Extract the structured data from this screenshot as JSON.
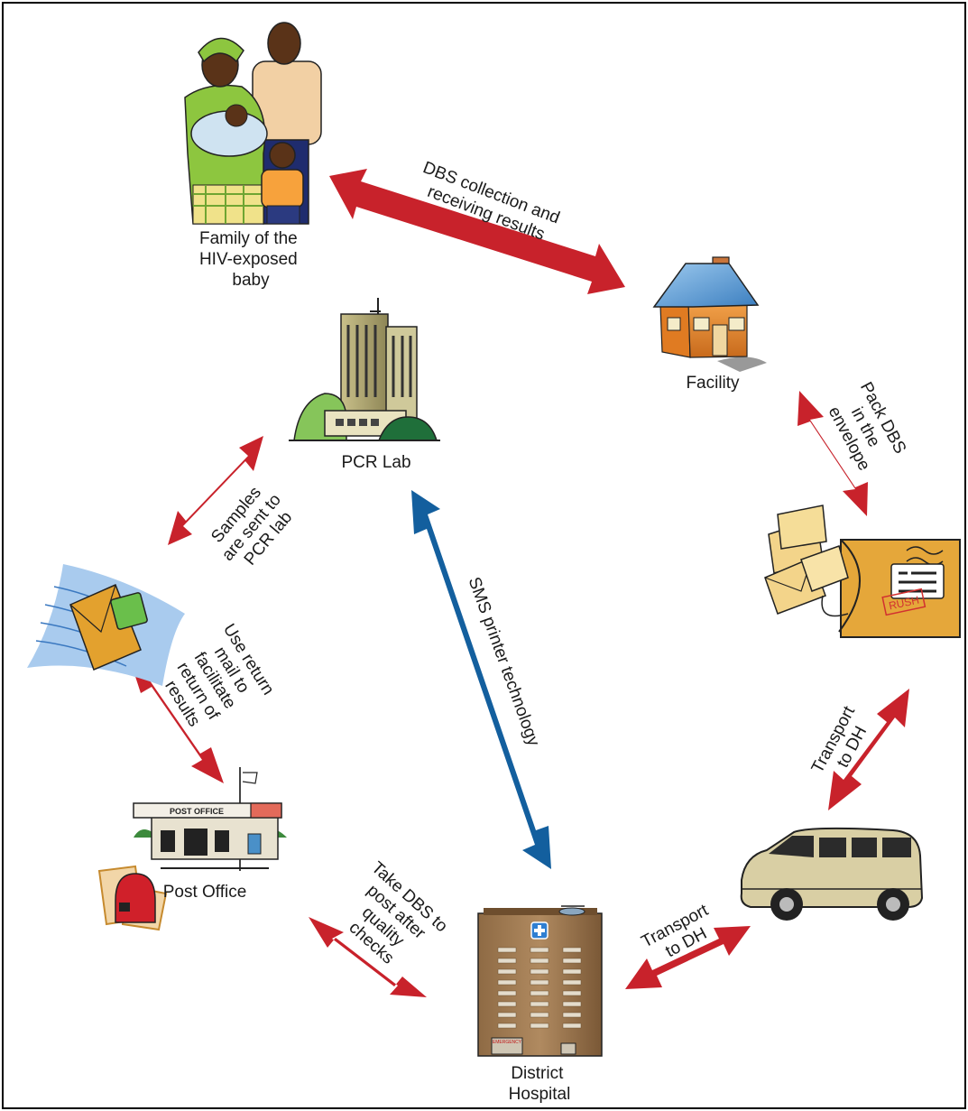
{
  "nodes": {
    "family": {
      "label_lines": [
        "Family of the",
        "HIV-exposed",
        "baby"
      ]
    },
    "facility": {
      "label_lines": [
        "Facility"
      ]
    },
    "pcr_lab": {
      "label_lines": [
        "PCR Lab"
      ]
    },
    "post_office": {
      "label_lines": [
        "Post Office"
      ],
      "sign_text": "POST OFFICE"
    },
    "district_hospital": {
      "label_lines": [
        "District",
        "Hospital"
      ],
      "sign_text": "EMERGENCY"
    },
    "envelopes": {
      "stamp_text": "RUSH"
    }
  },
  "edges": {
    "family_facility": {
      "label_lines": [
        "DBS collection and",
        "receiving results"
      ]
    },
    "facility_envelopes": {
      "label_lines": [
        "Pack DBS",
        "in the",
        "envelope"
      ]
    },
    "envelopes_van": {
      "label_lines": [
        "Transport",
        "to DH"
      ]
    },
    "van_hospital": {
      "label_lines": [
        "Transport",
        "to DH"
      ]
    },
    "hospital_postoffice": {
      "label_lines": [
        "Take DBS to",
        "post after",
        "quality",
        "checks"
      ]
    },
    "postoffice_mail": {
      "label_lines": [
        "Use return",
        "mail to",
        "facilitate",
        "return of",
        "results"
      ]
    },
    "mail_lab": {
      "label_lines": [
        "Samples",
        "are sent to",
        "PCR lab"
      ]
    },
    "lab_hospital": {
      "label_lines": [
        "SMS printer technology"
      ]
    }
  },
  "colors": {
    "red_arrow": "#c8222b",
    "blue_arrow": "#135f9e",
    "frame": "#000000"
  }
}
